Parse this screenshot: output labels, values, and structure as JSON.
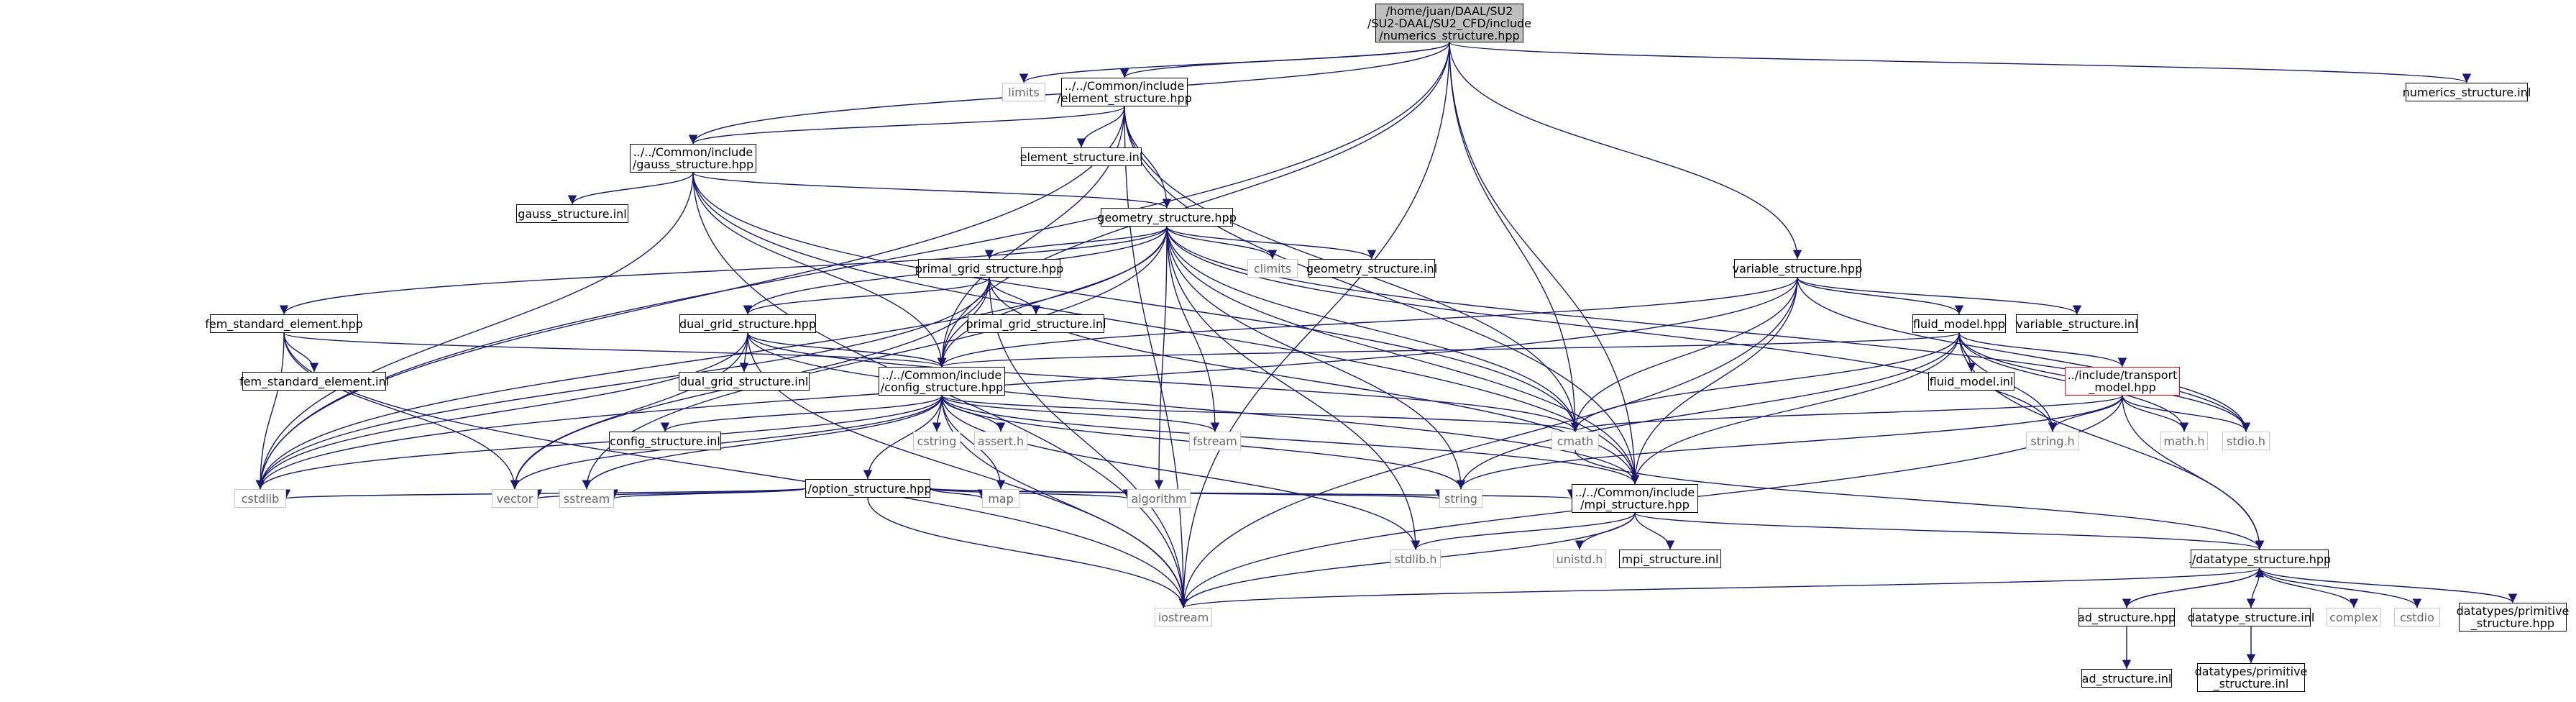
{
  "colors": {
    "edge": "#191970",
    "box": "#000000",
    "system_box": "#c7c7c7",
    "root_fill": "#bfbfbf",
    "truncated_box": "#ff0000"
  },
  "nodes": [
    {
      "id": "root",
      "lines": [
        "/home/juan/DAAL/SU2",
        "/SU2-DAAL/SU2_CFD/include",
        "/numerics_structure.hpp"
      ],
      "kind": "root"
    },
    {
      "id": "limits",
      "lines": [
        "limits"
      ],
      "kind": "lib"
    },
    {
      "id": "element_structure_hpp",
      "lines": [
        "../../Common/include",
        "/element_structure.hpp"
      ],
      "kind": "box"
    },
    {
      "id": "numerics_structure_inl",
      "lines": [
        "numerics_structure.inl"
      ],
      "kind": "box"
    },
    {
      "id": "gauss_structure_hpp",
      "lines": [
        "../../Common/include",
        "/gauss_structure.hpp"
      ],
      "kind": "box"
    },
    {
      "id": "element_structure_inl",
      "lines": [
        "element_structure.inl"
      ],
      "kind": "box"
    },
    {
      "id": "gauss_structure_inl",
      "lines": [
        "gauss_structure.inl"
      ],
      "kind": "box"
    },
    {
      "id": "geometry_structure_hpp",
      "lines": [
        "geometry_structure.hpp"
      ],
      "kind": "box"
    },
    {
      "id": "climits",
      "lines": [
        "climits"
      ],
      "kind": "lib"
    },
    {
      "id": "geometry_structure_inl",
      "lines": [
        "geometry_structure.inl"
      ],
      "kind": "box"
    },
    {
      "id": "primal_grid_structure_hpp",
      "lines": [
        "primal_grid_structure.hpp"
      ],
      "kind": "box"
    },
    {
      "id": "primal_grid_structure_inl",
      "lines": [
        "primal_grid_structure.inl"
      ],
      "kind": "box"
    },
    {
      "id": "variable_structure_hpp",
      "lines": [
        "variable_structure.hpp"
      ],
      "kind": "box"
    },
    {
      "id": "variable_structure_inl",
      "lines": [
        "variable_structure.inl"
      ],
      "kind": "box"
    },
    {
      "id": "fem_standard_element_hpp",
      "lines": [
        "fem_standard_element.hpp"
      ],
      "kind": "box"
    },
    {
      "id": "fem_standard_element_inl",
      "lines": [
        "fem_standard_element.inl"
      ],
      "kind": "box"
    },
    {
      "id": "dual_grid_structure_hpp",
      "lines": [
        "dual_grid_structure.hpp"
      ],
      "kind": "box"
    },
    {
      "id": "dual_grid_structure_inl",
      "lines": [
        "dual_grid_structure.inl"
      ],
      "kind": "box"
    },
    {
      "id": "fluid_model_hpp",
      "lines": [
        "fluid_model.hpp"
      ],
      "kind": "box"
    },
    {
      "id": "fluid_model_inl",
      "lines": [
        "fluid_model.inl"
      ],
      "kind": "box"
    },
    {
      "id": "transport_model_hpp",
      "lines": [
        "../include/transport",
        "_model.hpp"
      ],
      "kind": "red"
    },
    {
      "id": "config_structure_hpp",
      "lines": [
        "../../Common/include",
        "/config_structure.hpp"
      ],
      "kind": "box"
    },
    {
      "id": "config_structure_inl",
      "lines": [
        "config_structure.inl"
      ],
      "kind": "box"
    },
    {
      "id": "cstring",
      "lines": [
        "cstring"
      ],
      "kind": "lib"
    },
    {
      "id": "assert_h",
      "lines": [
        "assert.h"
      ],
      "kind": "lib"
    },
    {
      "id": "fstream",
      "lines": [
        "fstream"
      ],
      "kind": "lib"
    },
    {
      "id": "cmath",
      "lines": [
        "cmath"
      ],
      "kind": "lib"
    },
    {
      "id": "string_h",
      "lines": [
        "string.h"
      ],
      "kind": "lib"
    },
    {
      "id": "math_h",
      "lines": [
        "math.h"
      ],
      "kind": "lib"
    },
    {
      "id": "stdio_h",
      "lines": [
        "stdio.h"
      ],
      "kind": "lib"
    },
    {
      "id": "option_structure_hpp",
      "lines": [
        "./option_structure.hpp"
      ],
      "kind": "box"
    },
    {
      "id": "cstdlib",
      "lines": [
        "cstdlib"
      ],
      "kind": "lib"
    },
    {
      "id": "vector",
      "lines": [
        "vector"
      ],
      "kind": "lib"
    },
    {
      "id": "sstream",
      "lines": [
        "sstream"
      ],
      "kind": "lib"
    },
    {
      "id": "map",
      "lines": [
        "map"
      ],
      "kind": "lib"
    },
    {
      "id": "algorithm",
      "lines": [
        "algorithm"
      ],
      "kind": "lib"
    },
    {
      "id": "string",
      "lines": [
        "string"
      ],
      "kind": "lib"
    },
    {
      "id": "mpi_structure_hpp",
      "lines": [
        "../../Common/include",
        "/mpi_structure.hpp"
      ],
      "kind": "box"
    },
    {
      "id": "stdlib_h",
      "lines": [
        "stdlib.h"
      ],
      "kind": "lib"
    },
    {
      "id": "unistd_h",
      "lines": [
        "unistd.h"
      ],
      "kind": "lib"
    },
    {
      "id": "mpi_structure_inl",
      "lines": [
        "mpi_structure.inl"
      ],
      "kind": "box"
    },
    {
      "id": "datatype_structure_hpp",
      "lines": [
        "./datatype_structure.hpp"
      ],
      "kind": "box"
    },
    {
      "id": "iostream",
      "lines": [
        "iostream"
      ],
      "kind": "lib"
    },
    {
      "id": "ad_structure_hpp",
      "lines": [
        "ad_structure.hpp"
      ],
      "kind": "box"
    },
    {
      "id": "datatype_structure_inl",
      "lines": [
        "datatype_structure.inl"
      ],
      "kind": "box"
    },
    {
      "id": "complex",
      "lines": [
        "complex"
      ],
      "kind": "lib"
    },
    {
      "id": "cstdio",
      "lines": [
        "cstdio"
      ],
      "kind": "lib"
    },
    {
      "id": "datatypes_primitive_structure_hpp",
      "lines": [
        "datatypes/primitive",
        "_structure.hpp"
      ],
      "kind": "box"
    },
    {
      "id": "ad_structure_inl",
      "lines": [
        "ad_structure.inl"
      ],
      "kind": "box"
    },
    {
      "id": "datatypes_primitive_structure_inl",
      "lines": [
        "datatypes/primitive",
        "_structure.inl"
      ],
      "kind": "box"
    }
  ],
  "edges": [
    [
      "root",
      "limits"
    ],
    [
      "root",
      "element_structure_hpp"
    ],
    [
      "root",
      "gauss_structure_hpp"
    ],
    [
      "root",
      "numerics_structure_inl"
    ],
    [
      "root",
      "cstdlib"
    ],
    [
      "root",
      "iostream"
    ],
    [
      "root",
      "config_structure_hpp"
    ],
    [
      "root",
      "variable_structure_hpp"
    ],
    [
      "root",
      "mpi_structure_hpp"
    ],
    [
      "root",
      "cmath"
    ],
    [
      "element_structure_hpp",
      "element_structure_inl"
    ],
    [
      "element_structure_hpp",
      "gauss_structure_hpp"
    ],
    [
      "element_structure_hpp",
      "geometry_structure_hpp"
    ],
    [
      "element_structure_hpp",
      "config_structure_hpp"
    ],
    [
      "element_structure_hpp",
      "cstdlib"
    ],
    [
      "element_structure_hpp",
      "iostream"
    ],
    [
      "element_structure_hpp",
      "cmath"
    ],
    [
      "element_structure_hpp",
      "mpi_structure_hpp"
    ],
    [
      "gauss_structure_hpp",
      "gauss_structure_inl"
    ],
    [
      "gauss_structure_hpp",
      "geometry_structure_hpp"
    ],
    [
      "gauss_structure_hpp",
      "config_structure_hpp"
    ],
    [
      "gauss_structure_hpp",
      "cstdlib"
    ],
    [
      "gauss_structure_hpp",
      "iostream"
    ],
    [
      "gauss_structure_hpp",
      "cmath"
    ],
    [
      "gauss_structure_hpp",
      "mpi_structure_hpp"
    ],
    [
      "geometry_structure_hpp",
      "climits"
    ],
    [
      "geometry_structure_hpp",
      "geometry_structure_inl"
    ],
    [
      "geometry_structure_hpp",
      "primal_grid_structure_hpp"
    ],
    [
      "geometry_structure_hpp",
      "dual_grid_structure_hpp"
    ],
    [
      "geometry_structure_hpp",
      "fem_standard_element_hpp"
    ],
    [
      "geometry_structure_hpp",
      "config_structure_hpp"
    ],
    [
      "geometry_structure_hpp",
      "fstream"
    ],
    [
      "geometry_structure_hpp",
      "cmath"
    ],
    [
      "geometry_structure_hpp",
      "string_h"
    ],
    [
      "geometry_structure_hpp",
      "stdio_h"
    ],
    [
      "geometry_structure_hpp",
      "algorithm"
    ],
    [
      "geometry_structure_hpp",
      "string"
    ],
    [
      "geometry_structure_hpp",
      "stdlib_h"
    ],
    [
      "geometry_structure_hpp",
      "mpi_structure_hpp"
    ],
    [
      "geometry_structure_hpp",
      "sstream"
    ],
    [
      "geometry_structure_hpp",
      "cstdlib"
    ],
    [
      "primal_grid_structure_hpp",
      "primal_grid_structure_inl"
    ],
    [
      "primal_grid_structure_hpp",
      "dual_grid_structure_hpp"
    ],
    [
      "primal_grid_structure_hpp",
      "config_structure_hpp"
    ],
    [
      "primal_grid_structure_hpp",
      "vector"
    ],
    [
      "primal_grid_structure_hpp",
      "iostream"
    ],
    [
      "primal_grid_structure_hpp",
      "mpi_structure_hpp"
    ],
    [
      "primal_grid_structure_hpp",
      "cstdlib"
    ],
    [
      "variable_structure_hpp",
      "variable_structure_inl"
    ],
    [
      "variable_structure_hpp",
      "fluid_model_hpp"
    ],
    [
      "variable_structure_hpp",
      "config_structure_hpp"
    ],
    [
      "variable_structure_hpp",
      "cmath"
    ],
    [
      "variable_structure_hpp",
      "iostream"
    ],
    [
      "variable_structure_hpp",
      "mpi_structure_hpp"
    ],
    [
      "variable_structure_hpp",
      "cstdlib"
    ],
    [
      "variable_structure_hpp",
      "stdio_h"
    ],
    [
      "fem_standard_element_hpp",
      "fem_standard_element_inl"
    ],
    [
      "fem_standard_element_hpp",
      "config_structure_hpp"
    ],
    [
      "fem_standard_element_hpp",
      "cstdlib"
    ],
    [
      "fem_standard_element_hpp",
      "vector"
    ],
    [
      "fem_standard_element_hpp",
      "iostream"
    ],
    [
      "dual_grid_structure_hpp",
      "dual_grid_structure_inl"
    ],
    [
      "dual_grid_structure_hpp",
      "config_structure_hpp"
    ],
    [
      "dual_grid_structure_hpp",
      "cstdlib"
    ],
    [
      "dual_grid_structure_hpp",
      "vector"
    ],
    [
      "dual_grid_structure_hpp",
      "iostream"
    ],
    [
      "dual_grid_structure_hpp",
      "cmath"
    ],
    [
      "dual_grid_structure_hpp",
      "mpi_structure_hpp"
    ],
    [
      "fluid_model_hpp",
      "fluid_model_inl"
    ],
    [
      "fluid_model_hpp",
      "transport_model_hpp"
    ],
    [
      "fluid_model_hpp",
      "config_structure_hpp"
    ],
    [
      "fluid_model_hpp",
      "cmath"
    ],
    [
      "fluid_model_hpp",
      "string_h"
    ],
    [
      "fluid_model_hpp",
      "math_h"
    ],
    [
      "fluid_model_hpp",
      "stdio_h"
    ],
    [
      "fluid_model_hpp",
      "string"
    ],
    [
      "fluid_model_hpp",
      "mpi_structure_hpp"
    ],
    [
      "fluid_model_hpp",
      "datatype_structure_hpp"
    ],
    [
      "transport_model_hpp",
      "cmath"
    ],
    [
      "transport_model_hpp",
      "string_h"
    ],
    [
      "transport_model_hpp",
      "math_h"
    ],
    [
      "transport_model_hpp",
      "stdio_h"
    ],
    [
      "transport_model_hpp",
      "string"
    ],
    [
      "transport_model_hpp",
      "iostream"
    ],
    [
      "transport_model_hpp",
      "datatype_structure_hpp"
    ],
    [
      "config_structure_hpp",
      "config_structure_inl"
    ],
    [
      "config_structure_hpp",
      "option_structure_hpp"
    ],
    [
      "config_structure_hpp",
      "cstring"
    ],
    [
      "config_structure_hpp",
      "assert_h"
    ],
    [
      "config_structure_hpp",
      "fstream"
    ],
    [
      "config_structure_hpp",
      "cmath"
    ],
    [
      "config_structure_hpp",
      "cstdlib"
    ],
    [
      "config_structure_hpp",
      "vector"
    ],
    [
      "config_structure_hpp",
      "sstream"
    ],
    [
      "config_structure_hpp",
      "map"
    ],
    [
      "config_structure_hpp",
      "string"
    ],
    [
      "config_structure_hpp",
      "iostream"
    ],
    [
      "config_structure_hpp",
      "stdlib_h"
    ],
    [
      "config_structure_hpp",
      "mpi_structure_hpp"
    ],
    [
      "option_structure_hpp",
      "cstdlib"
    ],
    [
      "option_structure_hpp",
      "vector"
    ],
    [
      "option_structure_hpp",
      "sstream"
    ],
    [
      "option_structure_hpp",
      "map"
    ],
    [
      "option_structure_hpp",
      "algorithm"
    ],
    [
      "option_structure_hpp",
      "string"
    ],
    [
      "option_structure_hpp",
      "iostream"
    ],
    [
      "option_structure_hpp",
      "mpi_structure_hpp"
    ],
    [
      "mpi_structure_hpp",
      "stdlib_h"
    ],
    [
      "mpi_structure_hpp",
      "unistd_h"
    ],
    [
      "mpi_structure_hpp",
      "mpi_structure_inl"
    ],
    [
      "mpi_structure_hpp",
      "datatype_structure_hpp"
    ],
    [
      "mpi_structure_hpp",
      "iostream"
    ],
    [
      "cmath",
      "datatype_structure_hpp"
    ],
    [
      "datatype_structure_hpp",
      "iostream"
    ],
    [
      "datatype_structure_hpp",
      "ad_structure_hpp"
    ],
    [
      "datatype_structure_hpp",
      "datatype_structure_inl"
    ],
    [
      "datatype_structure_hpp",
      "complex"
    ],
    [
      "datatype_structure_hpp",
      "cstdio"
    ],
    [
      "datatype_structure_hpp",
      "datatypes_primitive_structure_hpp"
    ],
    [
      "ad_structure_hpp",
      "datatype_structure_hpp"
    ],
    [
      "ad_structure_hpp",
      "ad_structure_inl"
    ],
    [
      "datatype_structure_inl",
      "datatypes_primitive_structure_inl"
    ]
  ]
}
